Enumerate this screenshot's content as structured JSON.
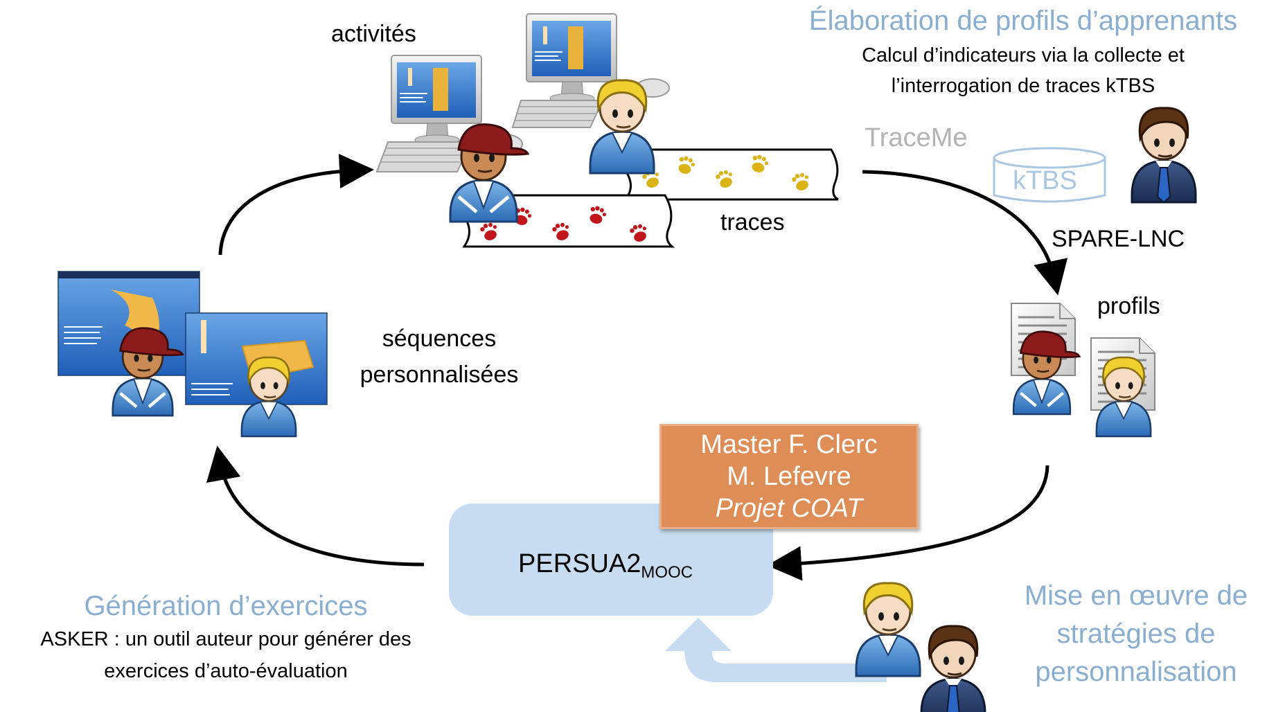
{
  "diagram": {
    "activities_label": "activités",
    "traces_label": "traces",
    "sequences_label_line1": "séquences",
    "sequences_label_line2": "personnalisées",
    "profiles_label": "profils",
    "profile_section": {
      "title": "Élaboration de profils d’apprenants",
      "subtitle_line1": "Calcul d’indicateurs via la collecte et",
      "subtitle_line2": "l’interrogation de traces kTBS"
    },
    "traceme_label": "TraceMe",
    "ktbs_label": "kTBS",
    "spare_label": "SPARE-LNC",
    "master_box": {
      "line1": "Master F. Clerc",
      "line2": "M. Lefevre",
      "line3": "Projet COAT"
    },
    "persua": {
      "name": "PERSUA2",
      "subscript": "MOOC"
    },
    "generation_section": {
      "title": "Génération d’exercices",
      "subtitle_line1": "ASKER : un outil auteur pour générer des",
      "subtitle_line2": "exercices d’auto-évaluation"
    },
    "strategy_section": {
      "line1": "Mise en œuvre de",
      "line2": "stratégies de",
      "line3": "personnalisation"
    }
  },
  "colors": {
    "title_blue": "#8aaed0",
    "persua_fill": "#c7dcf0",
    "master_fill": "#df8d56",
    "red_footprints": "#c0151b",
    "yellow_footprints": "#d9b414",
    "traceme_gray": "#b3b3b3",
    "ktbs_blue": "#a9c7e3"
  },
  "icons": [
    "footprint-icon",
    "learner-red-cap-icon",
    "learner-blond-icon",
    "teacher-icon",
    "document-icon",
    "computer-icon",
    "database-icon"
  ]
}
